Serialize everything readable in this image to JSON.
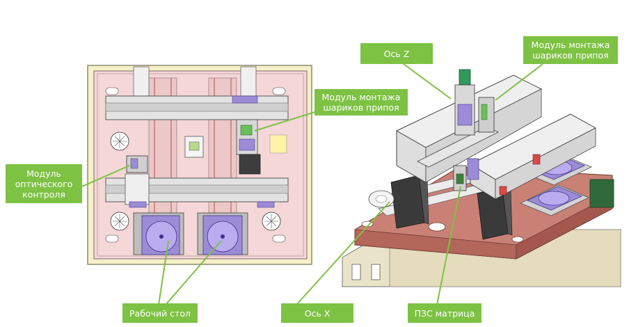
{
  "labels": {
    "optical_module": "Модуль\nоптического\nконтроля",
    "solder_module_left": "Модуль монтажа\nшариков припоя",
    "solder_module_right": "Модуль монтажа\nшариков припоя",
    "work_table": "Рабочий стол",
    "axis_z": "Ось Z",
    "axis_x": "Ось X",
    "ccd_matrix": "ПЗС матрица"
  },
  "colors": {
    "callout": "#7dc243",
    "frame_outer": "#f6f0c8",
    "base_plate": "#f5d7d7",
    "rail": "#d9d9d9",
    "motor_blue": "#9c8cd8",
    "dark_block": "#3a3a3a",
    "cabinet": "#e9e3c9",
    "top_plate": "#c98075"
  }
}
